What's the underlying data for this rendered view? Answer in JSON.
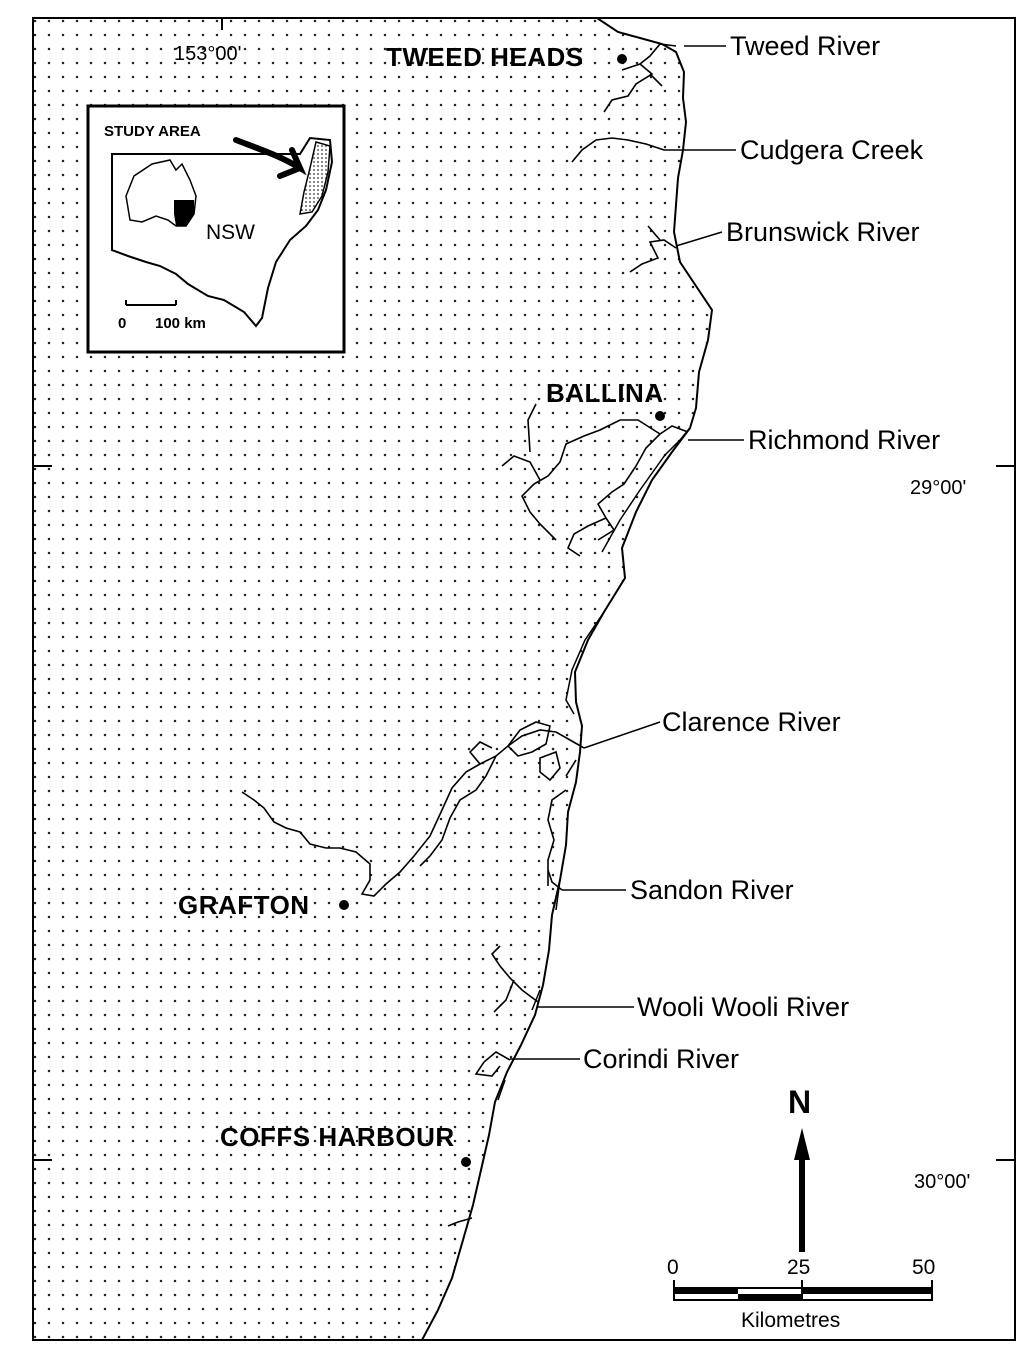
{
  "towns": {
    "tweed_heads": "TWEED HEADS",
    "ballina": "BALLINA",
    "grafton": "GRAFTON",
    "coffs_harbour": "COFFS HARBOUR"
  },
  "rivers": {
    "tweed": "Tweed River",
    "cudgera": "Cudgera Creek",
    "brunswick": "Brunswick River",
    "richmond": "Richmond River",
    "clarence": "Clarence River",
    "sandon": "Sandon River",
    "wooli": "Wooli Wooli River",
    "corindi": "Corindi River"
  },
  "graticule": {
    "longitude": "153°00'",
    "lat_29": "29°00'",
    "lat_30": "30°00'"
  },
  "inset": {
    "study_area": "STUDY AREA",
    "state": "NSW",
    "scale_zero": "0",
    "scale_label": "100 km"
  },
  "north_arrow": {
    "label": "N"
  },
  "scale_bar": {
    "ticks": [
      "0",
      "25",
      "50"
    ],
    "unit": "Kilometres"
  }
}
